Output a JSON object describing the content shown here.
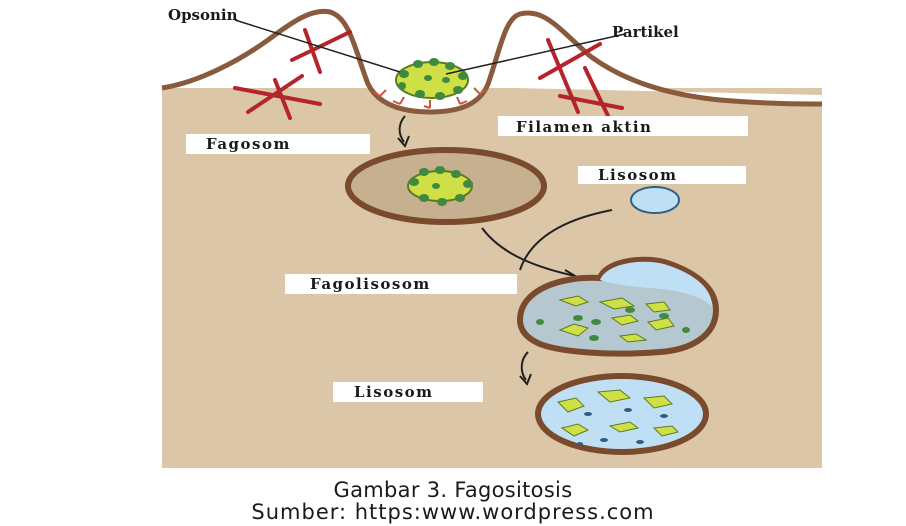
{
  "labels": {
    "opsonin": "Opsonin",
    "partikel": "Partikel",
    "filamen_aktin": "Filamen aktin",
    "fagosom": "Fagosom",
    "lisosom_top": "Lisosom",
    "fagolisosom": "Fagolisosom",
    "lisosom_bottom": "Lisosom"
  },
  "caption": {
    "title": "Gambar 3. Fagositosis",
    "source": "Sumber: https:www.wordpress.com"
  },
  "colors": {
    "cytoplasm": "#dcc6a8",
    "membrane": "#8a5a3c",
    "actin": "#b5232b",
    "particle": "#cfe046",
    "particle_dots": "#3f8a3f",
    "lysosome": "#bfe0f4",
    "lysosome_edge": "#2f5f86"
  }
}
